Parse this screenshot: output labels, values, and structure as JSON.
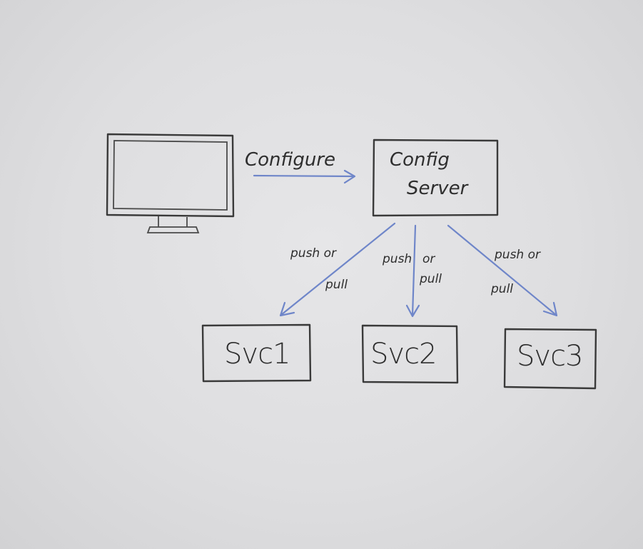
{
  "diagram": {
    "monitor": {
      "icon": "monitor-icon"
    },
    "configure_label": "Configure",
    "config_server": {
      "line1": "Config",
      "line2": "Server"
    },
    "edges": [
      {
        "label_top": "push or",
        "label_bottom": "pull"
      },
      {
        "label_top": "push",
        "label_or": "or",
        "label_bottom": "pull"
      },
      {
        "label_top": "push or",
        "label_bottom": "pull"
      }
    ],
    "services": [
      "Svc1",
      "Svc2",
      "Svc3"
    ],
    "colors": {
      "arrow": "#6f86c9",
      "ink": "#3a3a3a"
    }
  }
}
